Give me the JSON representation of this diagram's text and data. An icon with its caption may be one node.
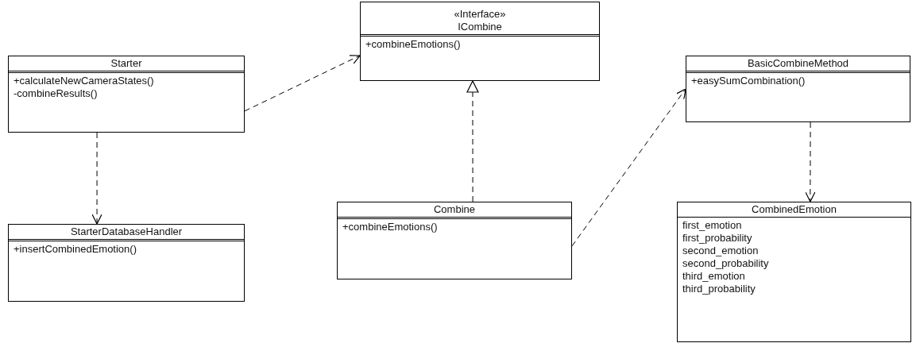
{
  "diagram": {
    "nodes": [
      {
        "text": [
          "Starter",
          "+calculateNewCameraStates()",
          "-combineResults()"
        ]
      },
      {
        "text": [
          "«Interface»",
          "ICombine",
          "+combineEmotions()"
        ]
      },
      {
        "text": [
          "BasicCombineMethod",
          "+easySumCombination()"
        ]
      },
      {
        "text": [
          "StarterDatabaseHandler",
          "+insertCombinedEmotion()"
        ]
      },
      {
        "text": [
          "Combine",
          "+combineEmotions()"
        ]
      },
      {
        "text": [
          "CombinedEmotion",
          "first_emotion",
          "first_probability",
          "second_emotion",
          "second_probability",
          "third_emotion",
          "third_probability"
        ]
      }
    ],
    "edges": [
      {
        "from": 0,
        "to": 1,
        "arrow": "to",
        "style": "dashed"
      },
      {
        "from": 0,
        "to": 3,
        "arrow": "to",
        "style": "dashed"
      },
      {
        "from": 4,
        "to": 1,
        "arrow": "to",
        "style": "dashed"
      },
      {
        "from": 4,
        "to": 2,
        "arrow": "to",
        "style": "dashed"
      },
      {
        "from": 2,
        "to": 5,
        "arrow": "to",
        "style": "dashed"
      }
    ]
  }
}
